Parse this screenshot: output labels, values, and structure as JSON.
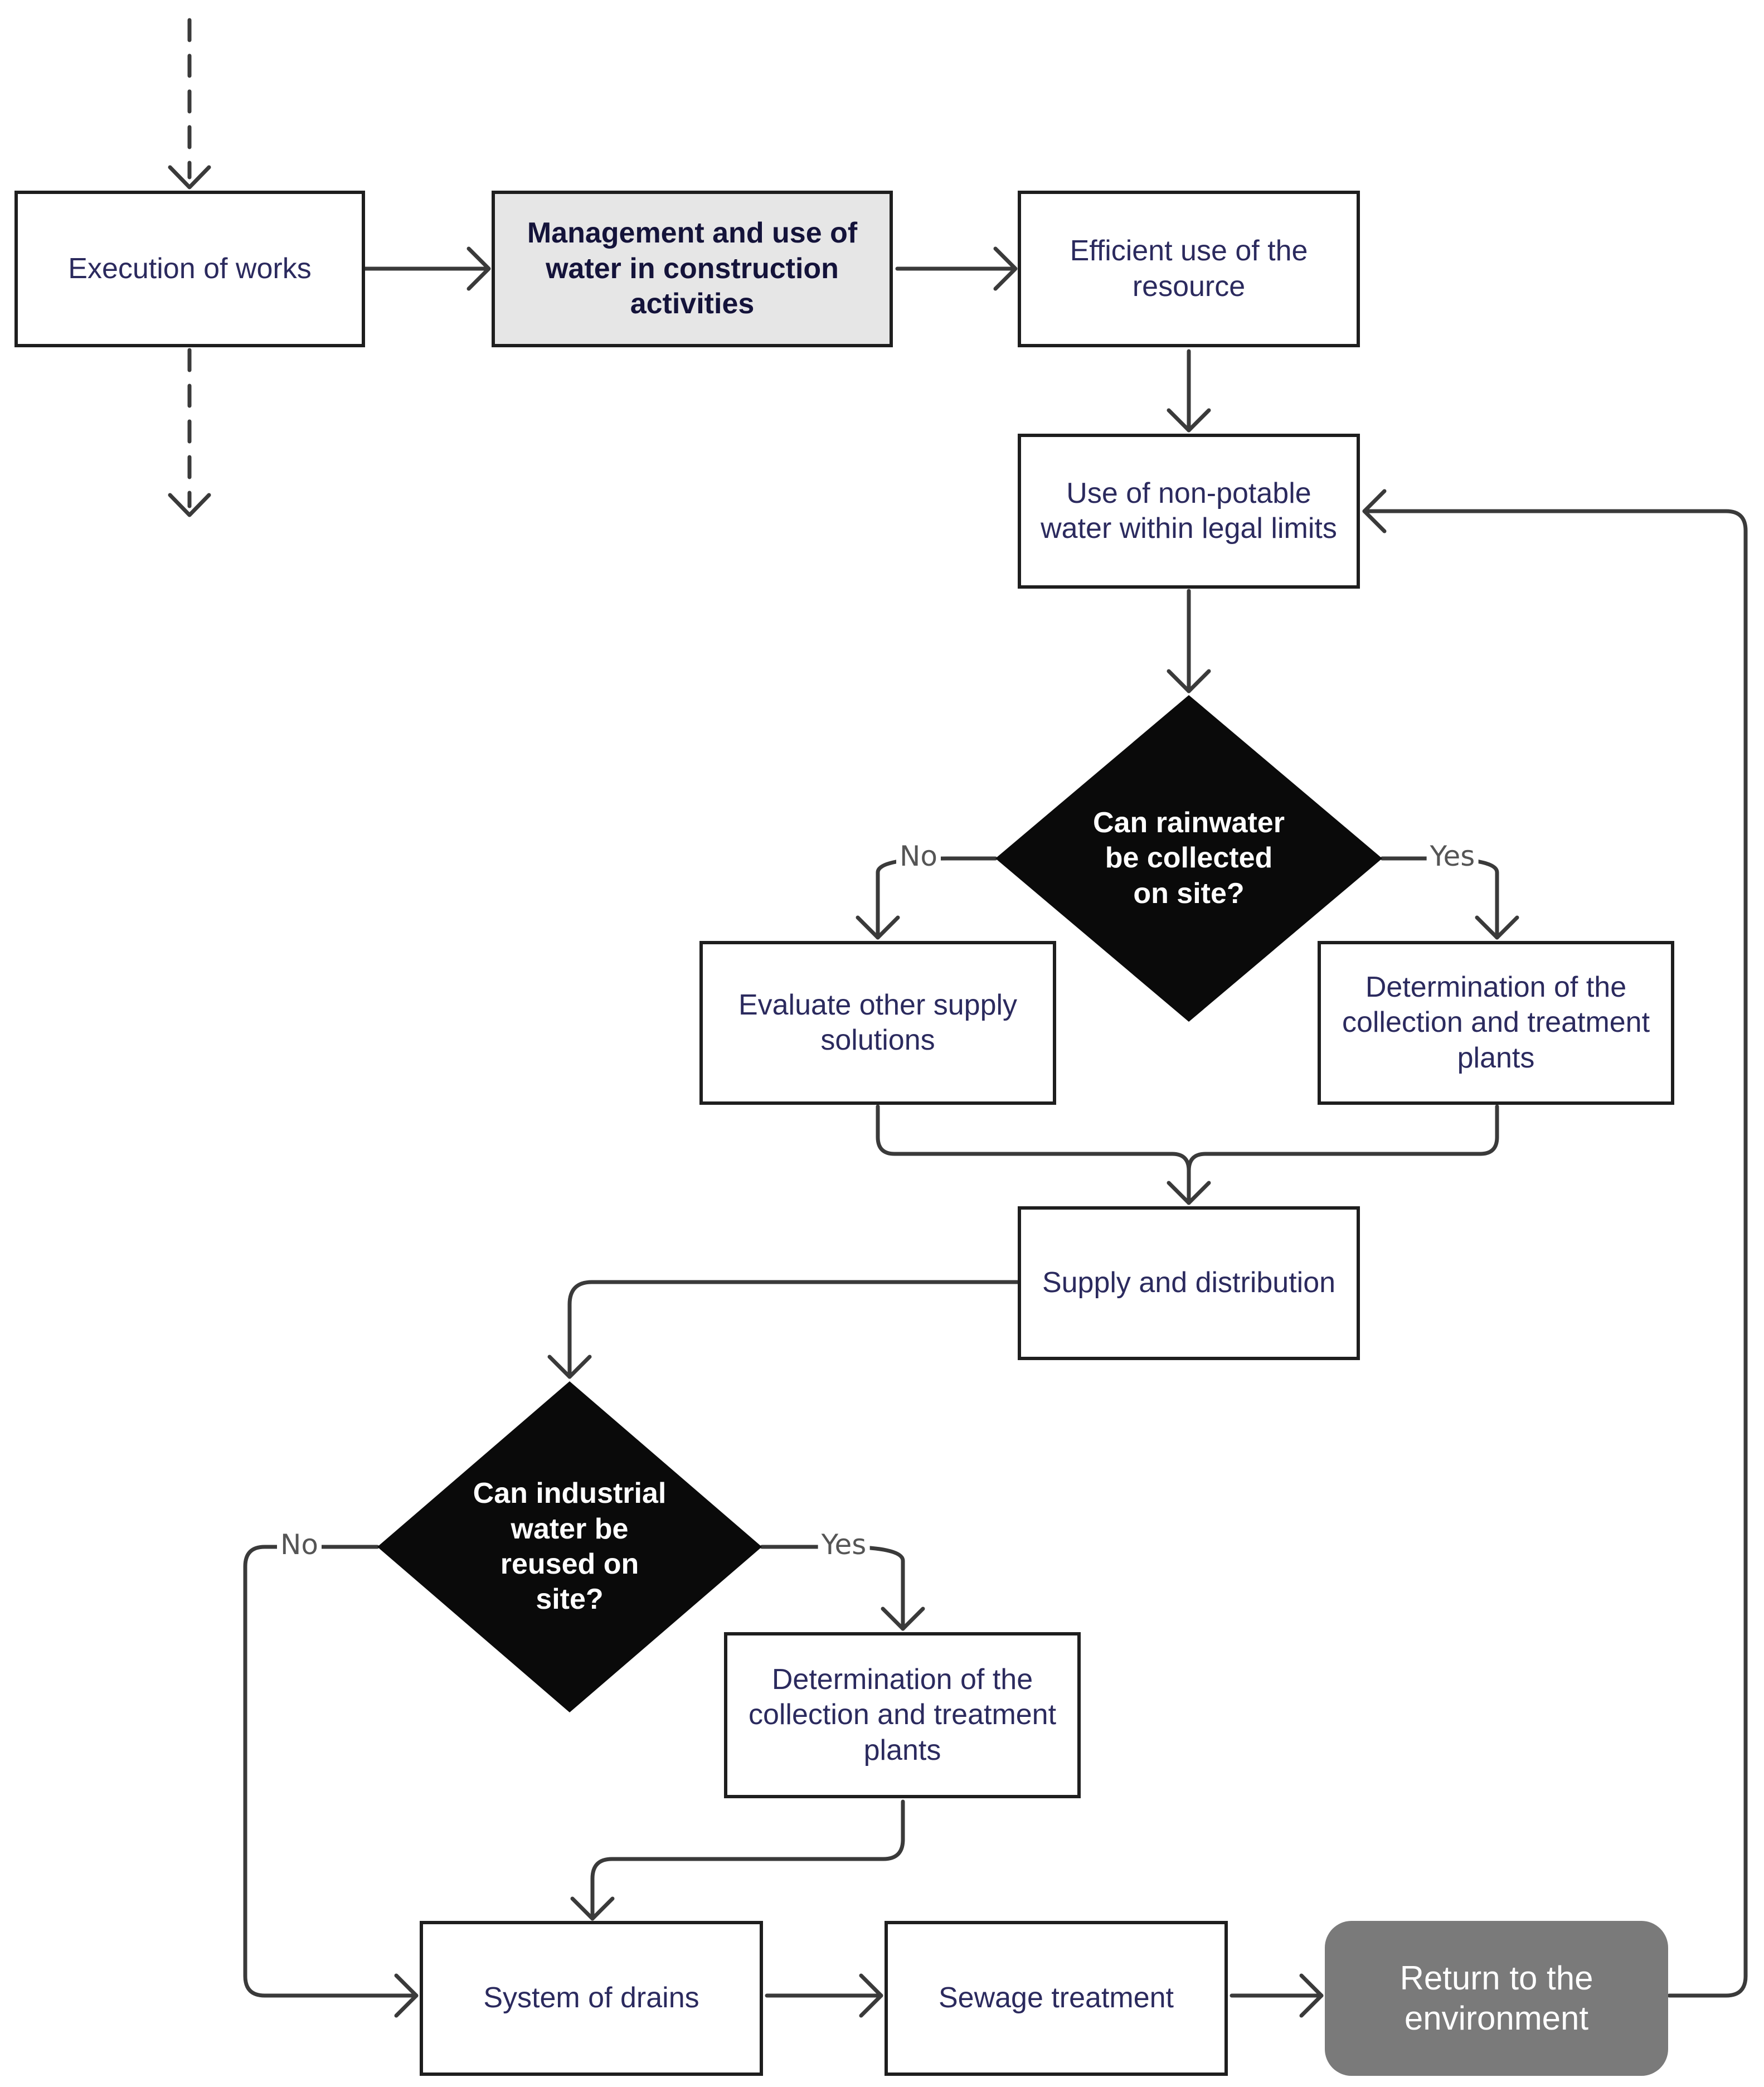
{
  "nodes": {
    "execution_of_works": "Execution of works",
    "management": "Management and use of water in construction activities",
    "efficient_use": "Efficient use of the resource",
    "non_potable": "Use of non-potable water within legal limits",
    "rainwater_question": "Can rainwater be collected on site?",
    "evaluate_other": "Evaluate other supply solutions",
    "determination_1": "Determination of the collection and treatment plants",
    "supply_distribution": "Supply and distribution",
    "industrial_question": "Can industrial water be reused on site?",
    "determination_2": "Determination of the collection and treatment plants",
    "system_of_drains": "System of drains",
    "sewage_treatment": "Sewage treatment",
    "return_environment": "Return to the environment"
  },
  "labels": {
    "rain_no": "No",
    "rain_yes": "Yes",
    "industrial_no": "No",
    "industrial_yes": "Yes"
  },
  "colors": {
    "stroke": "#3a3a3a",
    "box_border": "#1e1e1e",
    "text": "#2b2a5e",
    "highlight_fill": "#e6e6e6",
    "decision_fill": "#0a0a0a",
    "terminal_fill": "#7a7a7a"
  }
}
